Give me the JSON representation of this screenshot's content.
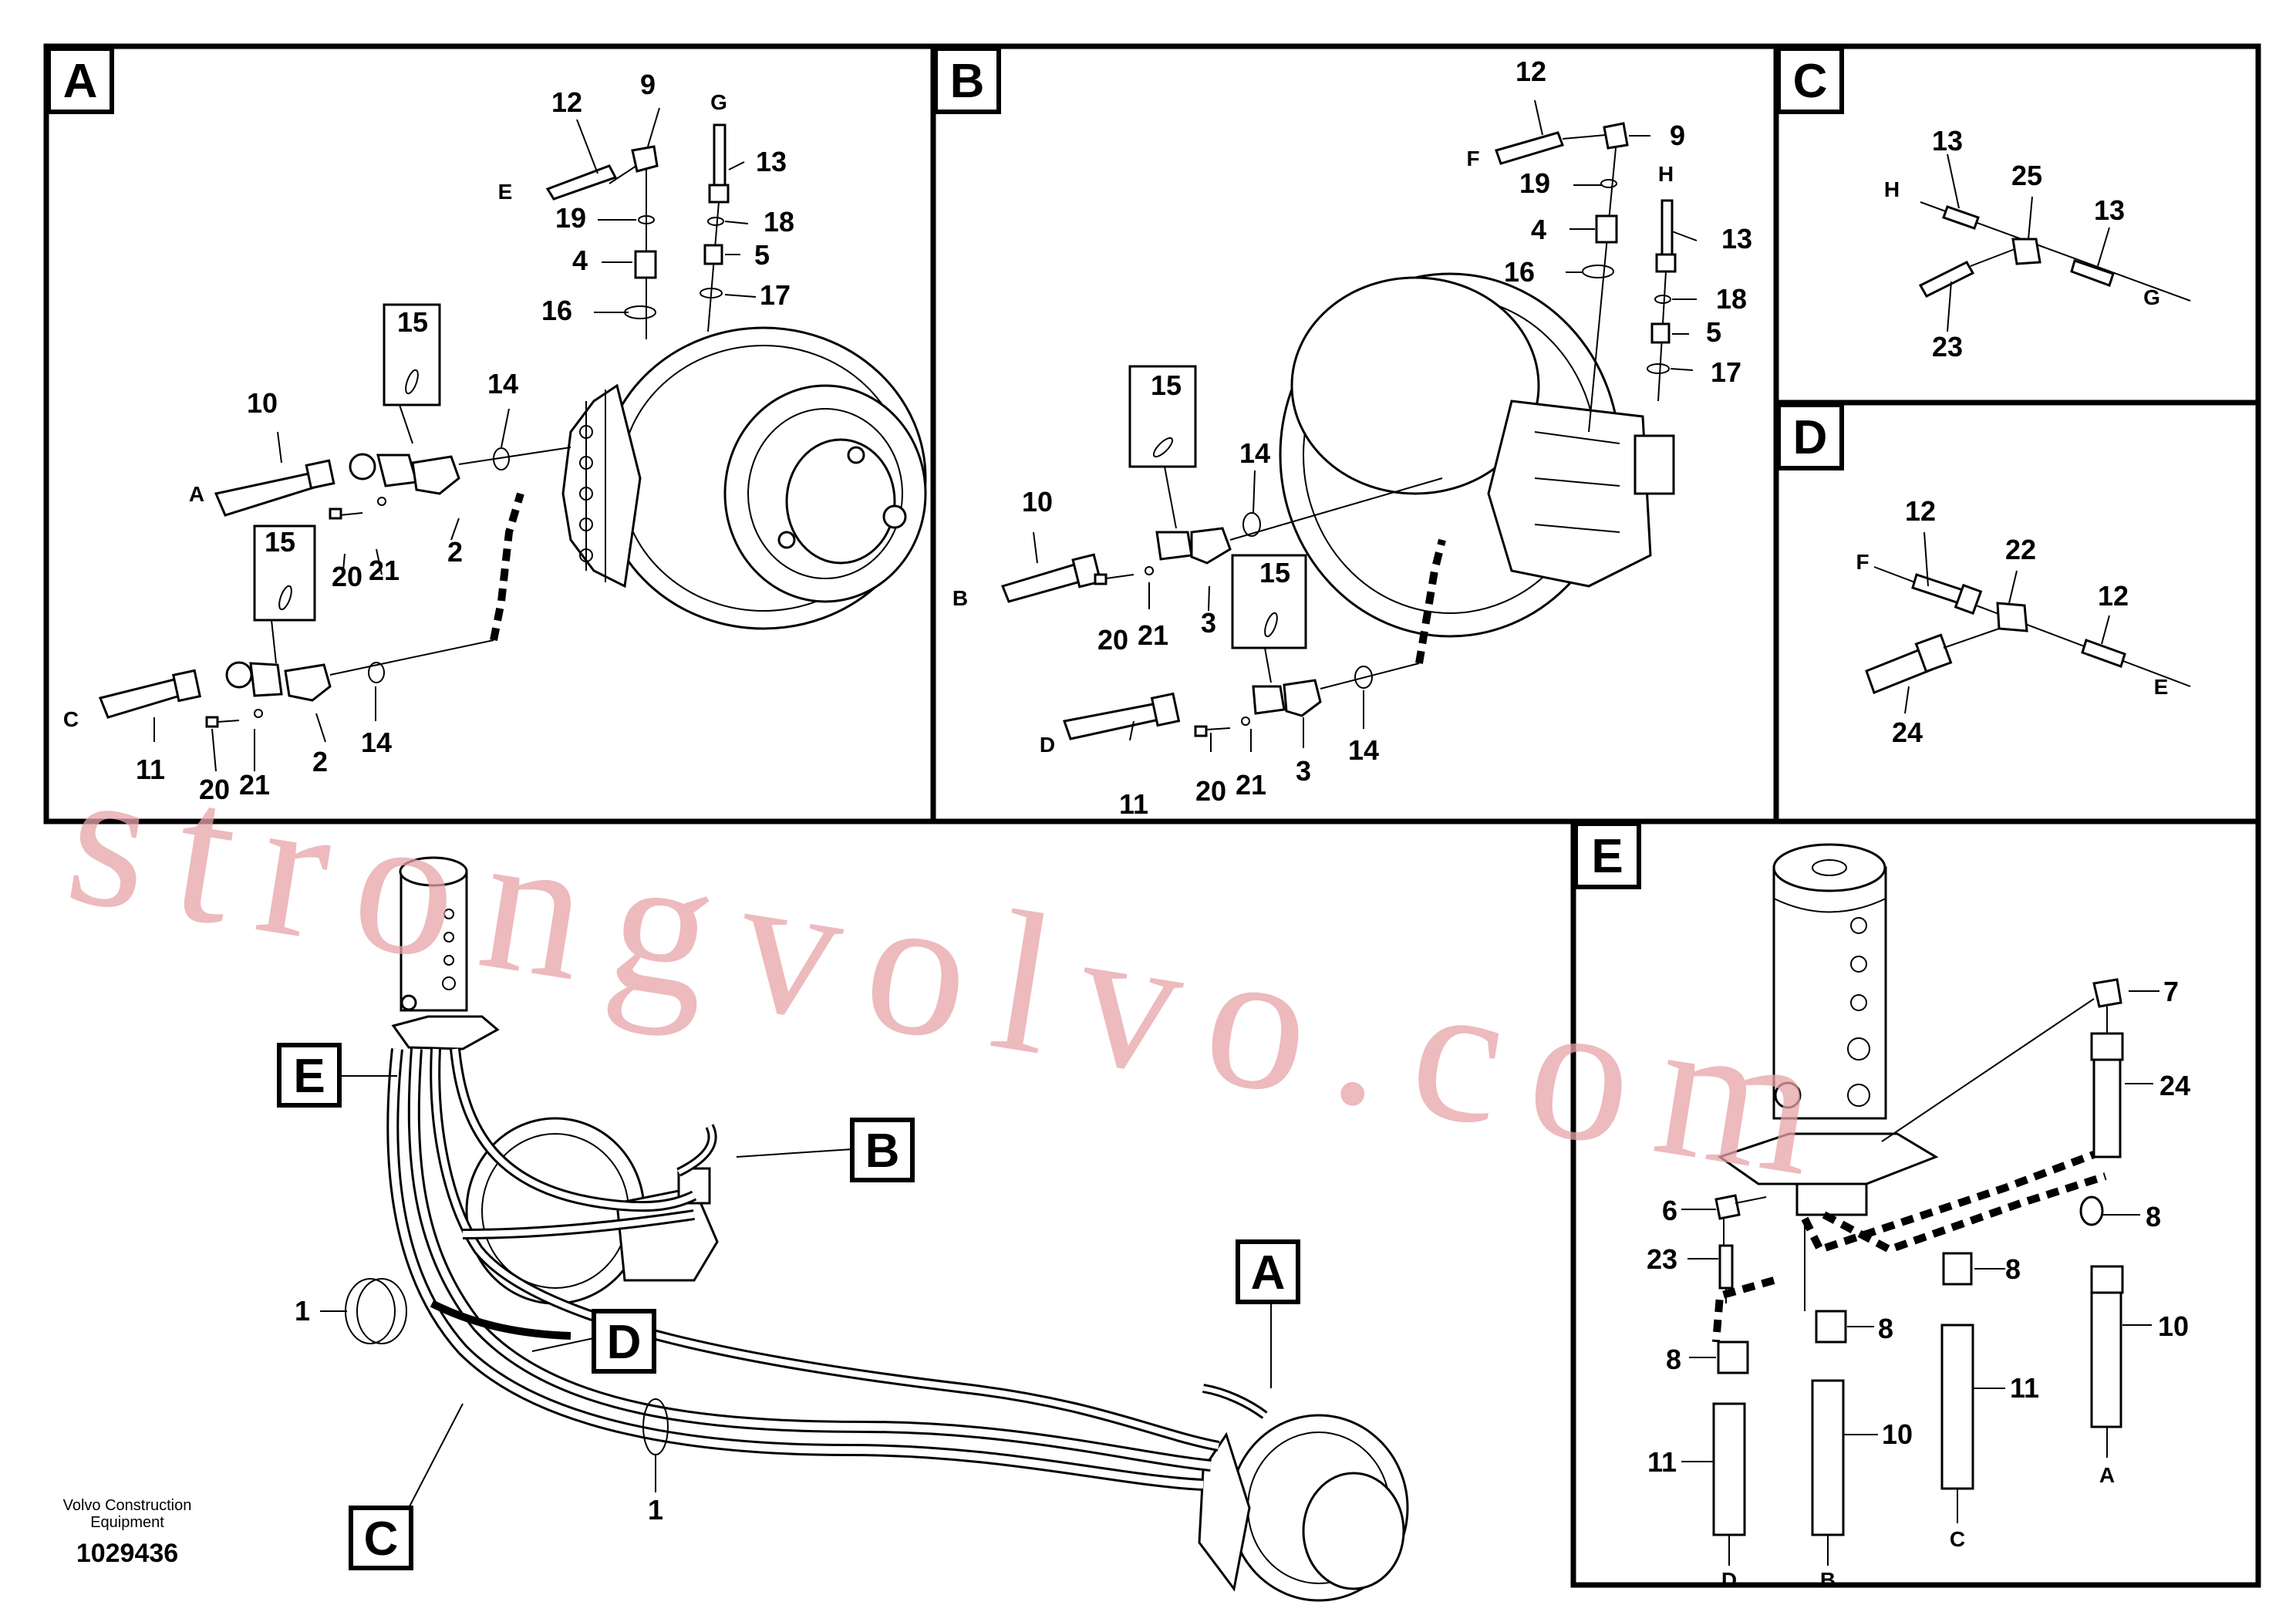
{
  "panels": {
    "a": {
      "tag": "A"
    },
    "b": {
      "tag": "B"
    },
    "c": {
      "tag": "C"
    },
    "d": {
      "tag": "D"
    },
    "e": {
      "tag": "E"
    }
  },
  "main_callouts": {
    "e": "E",
    "b": "B",
    "a": "A",
    "d": "D",
    "c": "C"
  },
  "labels": {
    "n1": "1",
    "n2": "2",
    "n3": "3",
    "n4": "4",
    "n5": "5",
    "n6": "6",
    "n7": "7",
    "n8": "8",
    "n9": "9",
    "n10": "10",
    "n11": "11",
    "n12": "12",
    "n13": "13",
    "n14": "14",
    "n15": "15",
    "n16": "16",
    "n17": "17",
    "n18": "18",
    "n19": "19",
    "n20": "20",
    "n21": "21",
    "n22": "22",
    "n23": "23",
    "n24": "24",
    "n25": "25",
    "lA": "A",
    "lB": "B",
    "lC": "C",
    "lD": "D",
    "lE": "E",
    "lF": "F",
    "lG": "G",
    "lH": "H"
  },
  "footer": {
    "company_line1": "Volvo Construction",
    "company_line2": "Equipment",
    "drawing_number": "1029436"
  },
  "watermark": {
    "text": "strongvolvo.com",
    "color": "#e7a3a8"
  }
}
